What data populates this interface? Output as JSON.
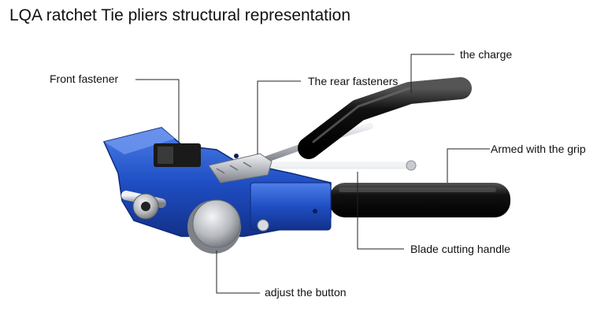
{
  "title": "LQA ratchet Tie pliers structural representation",
  "labels": {
    "front_fastener": "Front fastener",
    "rear_fasteners": "The rear fasteners",
    "the_charge": "the charge",
    "armed_grip": "Armed with the grip",
    "blade_cutting_handle": "Blade cutting handle",
    "adjust_button": "adjust the button"
  },
  "colors": {
    "body_blue": "#1f4fc4",
    "grip_black": "#111111",
    "steel": "#b9bcc2",
    "leader_line": "#222222"
  }
}
